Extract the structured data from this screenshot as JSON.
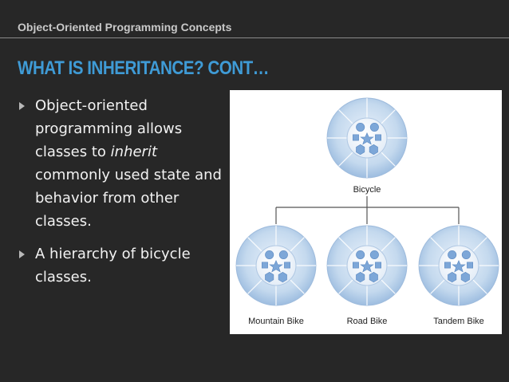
{
  "slide": {
    "header": "Object-Oriented Programming Concepts",
    "title": "WHAT IS INHERITANCE? CONT…",
    "bullets": [
      {
        "before": "Object-oriented programming allows classes to ",
        "emphasis": "inherit",
        "after": " commonly used state and behavior from other classes."
      },
      {
        "before": "A hierarchy of bicycle classes.",
        "emphasis": "",
        "after": ""
      }
    ]
  },
  "diagram": {
    "parent_label": "Bicycle",
    "child_labels": [
      "Mountain Bike",
      "Road Bike",
      "Tandem Bike"
    ],
    "colors": {
      "ring": "#c7dcef",
      "center": "#ffffff",
      "glyph": "#7da7d8",
      "line": "#555555",
      "background": "#ffffff"
    }
  }
}
